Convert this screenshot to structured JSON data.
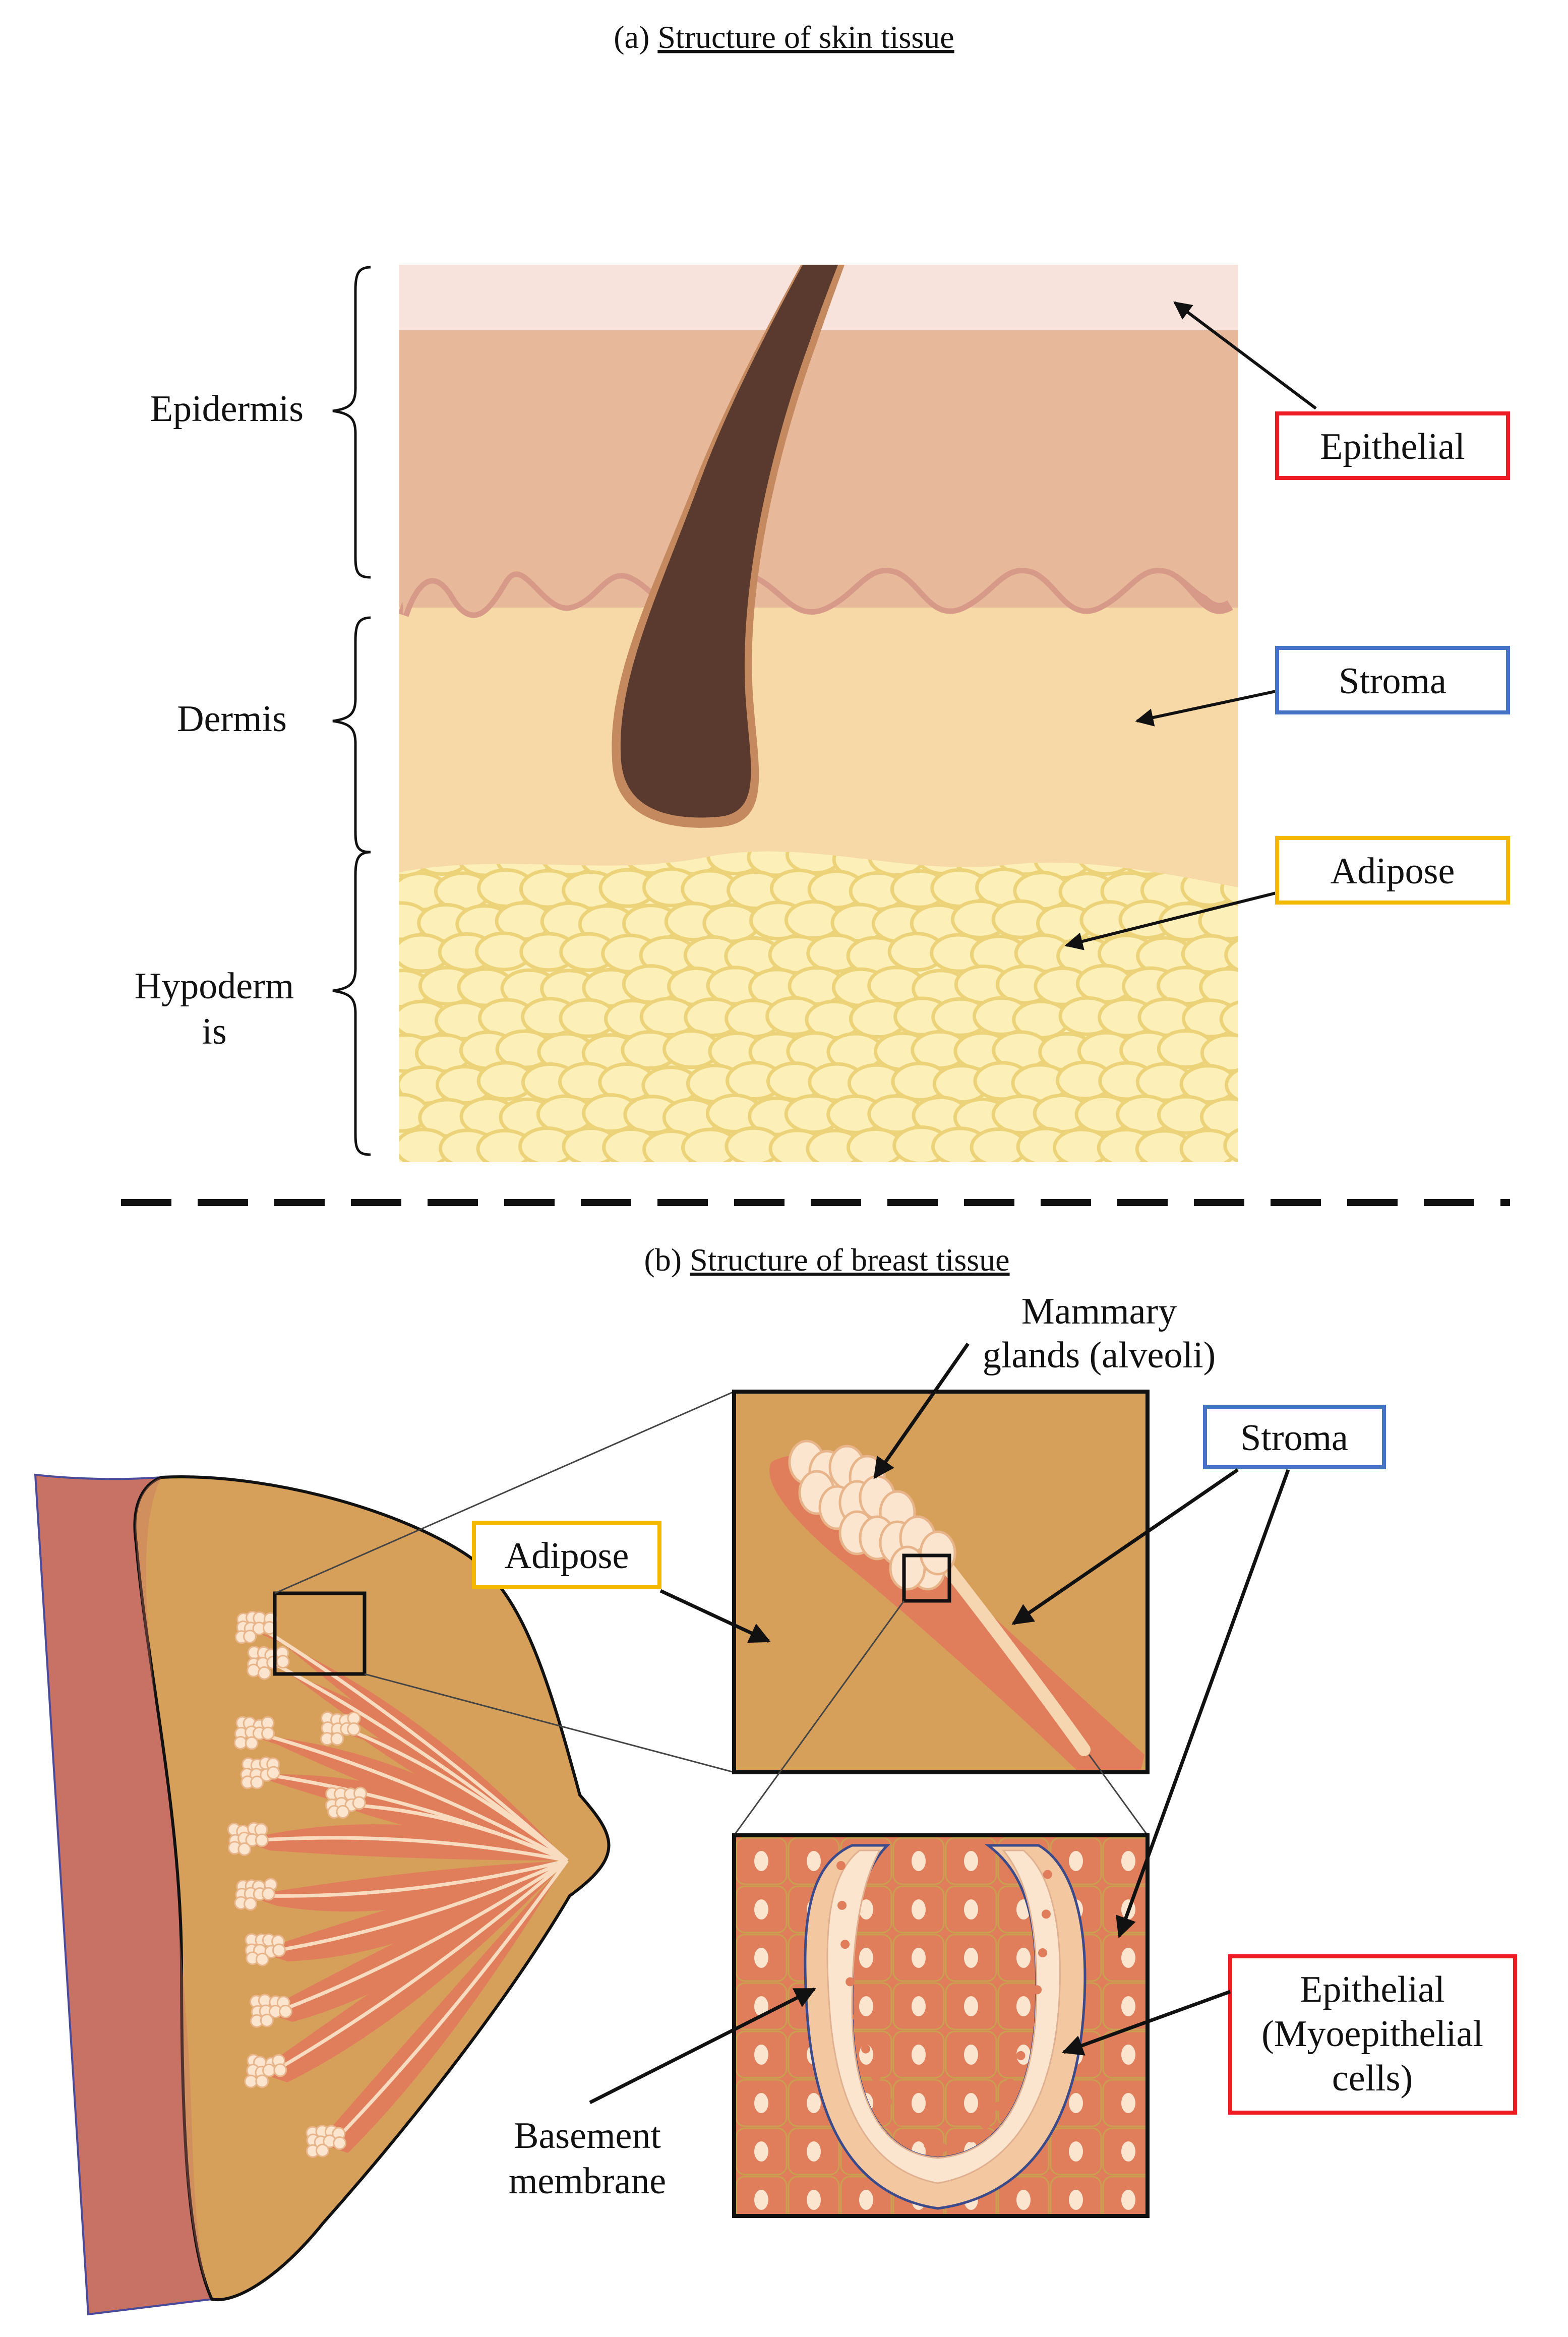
{
  "panel_a": {
    "caption_prefix": "(a)",
    "caption_title": "Structure of skin tissue",
    "layers": {
      "epidermis": "Epidermis",
      "dermis": "Dermis",
      "hypodermis_line1": "Hypoderm",
      "hypodermis_line2": "is"
    },
    "boxes": {
      "epithelial": "Epithelial",
      "stroma": "Stroma",
      "adipose": "Adipose"
    }
  },
  "panel_b": {
    "caption_prefix": "(b)",
    "caption_title": "Structure of breast tissue",
    "mammary_line1": "Mammary",
    "mammary_line2": "glands (alveoli)",
    "boxes": {
      "adipose": "Adipose",
      "stroma": "Stroma",
      "epithelial_line1": "Epithelial",
      "epithelial_line2": "(Myoepithelial",
      "epithelial_line3": "cells)"
    },
    "basement_line1": "Basement",
    "basement_line2": "membrane"
  },
  "colors": {
    "epithelial_box": "#ee1c24",
    "stroma_box": "#4472c4",
    "adipose_box": "#f5b800",
    "stratum_corneum": "#f7e2dc",
    "epidermis": "#e8b89a",
    "dermis": "#f7d9a8",
    "hypodermis": "#fdf3c0",
    "hair": "#5a3a2e",
    "breast_fat": "#d6a05a",
    "chest_wall": "#c87165",
    "duct_tissue": "#e07e5c"
  }
}
